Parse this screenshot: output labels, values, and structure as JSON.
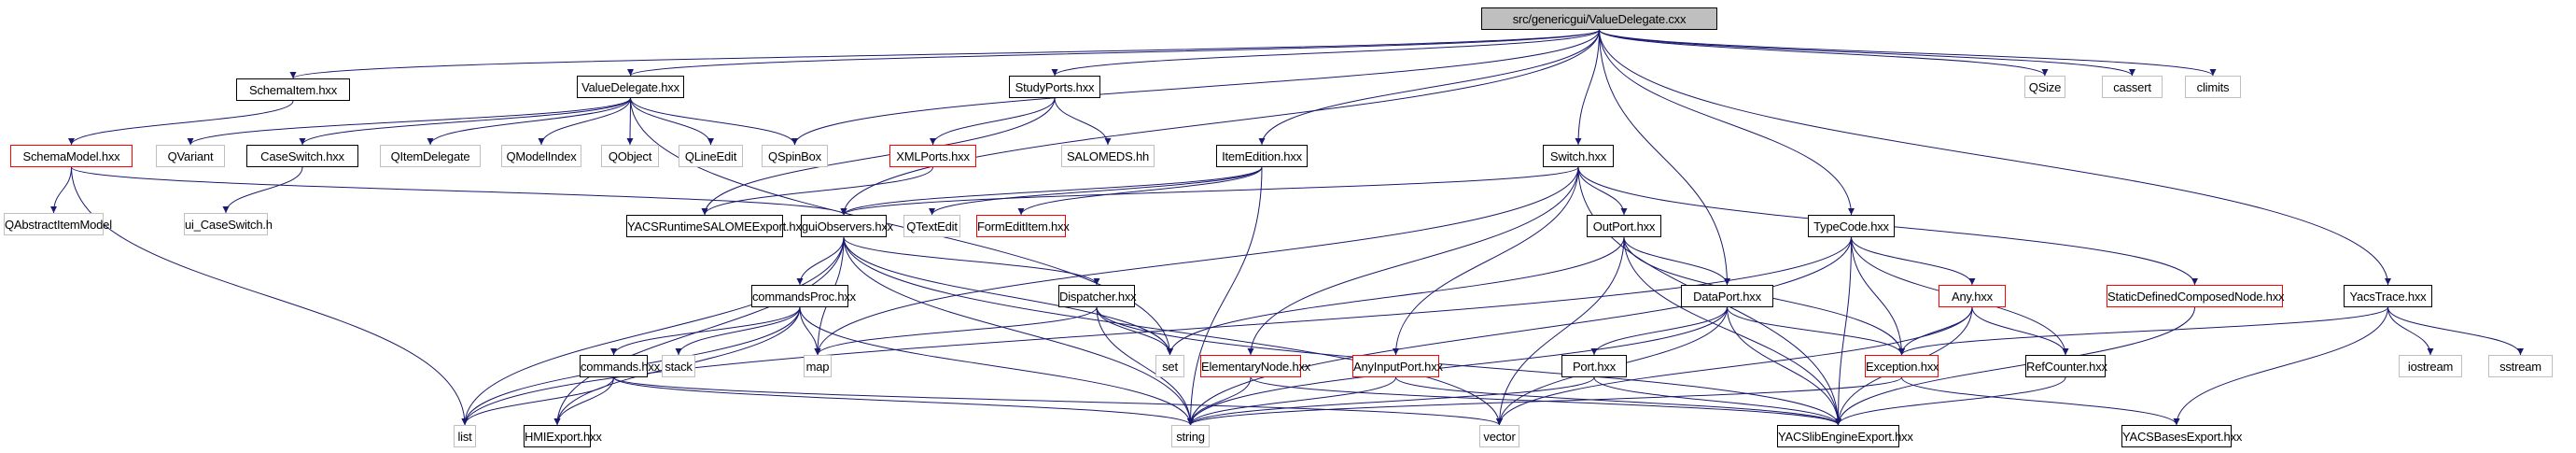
{
  "title": "src/genericgui/ValueDelegate.cxx include dependency graph",
  "colors": {
    "edge": "#191970",
    "documented_border": "#000000",
    "undocumented_border": "#ff0000",
    "external_border": "#bfbfbf",
    "root_fill": "#bfbfbf"
  },
  "nodes": {
    "root": {
      "label": "src/genericgui/ValueDelegate.cxx",
      "kind": "root"
    },
    "schemaitem": {
      "label": "SchemaItem.hxx",
      "kind": "documented"
    },
    "valuedelegate_h": {
      "label": "ValueDelegate.hxx",
      "kind": "documented"
    },
    "studyports": {
      "label": "StudyPorts.hxx",
      "kind": "documented"
    },
    "schemamodel": {
      "label": "SchemaModel.hxx",
      "kind": "undocumented"
    },
    "qvariant": {
      "label": "QVariant",
      "kind": "external"
    },
    "caseswitch": {
      "label": "CaseSwitch.hxx",
      "kind": "documented"
    },
    "qitemdelegate": {
      "label": "QItemDelegate",
      "kind": "external"
    },
    "qmodelindex": {
      "label": "QModelIndex",
      "kind": "external"
    },
    "qobject": {
      "label": "QObject",
      "kind": "external"
    },
    "qlineedit": {
      "label": "QLineEdit",
      "kind": "external"
    },
    "qspinbox": {
      "label": "QSpinBox",
      "kind": "external"
    },
    "xmlports": {
      "label": "XMLPorts.hxx",
      "kind": "undocumented"
    },
    "salomeds": {
      "label": "SALOMEDS.hh",
      "kind": "external"
    },
    "itemedition": {
      "label": "ItemEdition.hxx",
      "kind": "documented"
    },
    "switch": {
      "label": "Switch.hxx",
      "kind": "documented"
    },
    "qsize": {
      "label": "QSize",
      "kind": "external"
    },
    "cassert": {
      "label": "cassert",
      "kind": "external"
    },
    "climits": {
      "label": "climits",
      "kind": "external"
    },
    "qabstractitemmodel": {
      "label": "QAbstractItemModel",
      "kind": "external"
    },
    "ui_caseswitch": {
      "label": "ui_CaseSwitch.h",
      "kind": "external"
    },
    "yacsruntime": {
      "label": "YACSRuntimeSALOMEExport.hxx",
      "kind": "documented"
    },
    "guiobservers": {
      "label": "guiObservers.hxx",
      "kind": "documented"
    },
    "qtextedit": {
      "label": "QTextEdit",
      "kind": "external"
    },
    "formedititem": {
      "label": "FormEditItem.hxx",
      "kind": "undocumented"
    },
    "outport": {
      "label": "OutPort.hxx",
      "kind": "documented"
    },
    "typecode": {
      "label": "TypeCode.hxx",
      "kind": "documented"
    },
    "commandsproc": {
      "label": "commandsProc.hxx",
      "kind": "documented"
    },
    "dispatcher": {
      "label": "Dispatcher.hxx",
      "kind": "documented"
    },
    "dataport": {
      "label": "DataPort.hxx",
      "kind": "documented"
    },
    "any": {
      "label": "Any.hxx",
      "kind": "undocumented"
    },
    "staticdefined": {
      "label": "StaticDefinedComposedNode.hxx",
      "kind": "undocumented"
    },
    "yacstrace": {
      "label": "YacsTrace.hxx",
      "kind": "documented"
    },
    "commands": {
      "label": "commands.hxx",
      "kind": "documented"
    },
    "stack": {
      "label": "stack",
      "kind": "external"
    },
    "map": {
      "label": "map",
      "kind": "external"
    },
    "set": {
      "label": "set",
      "kind": "external"
    },
    "elementarynode": {
      "label": "ElementaryNode.hxx",
      "kind": "undocumented"
    },
    "anyinputport": {
      "label": "AnyInputPort.hxx",
      "kind": "undocumented"
    },
    "port": {
      "label": "Port.hxx",
      "kind": "documented"
    },
    "exception": {
      "label": "Exception.hxx",
      "kind": "undocumented"
    },
    "refcounter": {
      "label": "RefCounter.hxx",
      "kind": "documented"
    },
    "iostream": {
      "label": "iostream",
      "kind": "external"
    },
    "sstream": {
      "label": "sstream",
      "kind": "external"
    },
    "list": {
      "label": "list",
      "kind": "external"
    },
    "hmiexport": {
      "label": "HMIExport.hxx",
      "kind": "documented"
    },
    "string": {
      "label": "string",
      "kind": "external"
    },
    "vector": {
      "label": "vector",
      "kind": "external"
    },
    "yacslibengine": {
      "label": "YACSlibEngineExport.hxx",
      "kind": "documented"
    },
    "yacsbases": {
      "label": "YACSBasesExport.hxx",
      "kind": "documented"
    }
  },
  "edges": [
    [
      "root",
      "schemaitem"
    ],
    [
      "root",
      "valuedelegate_h"
    ],
    [
      "root",
      "studyports"
    ],
    [
      "root",
      "qspinbox"
    ],
    [
      "root",
      "itemedition"
    ],
    [
      "root",
      "switch"
    ],
    [
      "root",
      "guiobservers"
    ],
    [
      "root",
      "dataport"
    ],
    [
      "root",
      "typecode"
    ],
    [
      "root",
      "yacstrace"
    ],
    [
      "root",
      "qsize"
    ],
    [
      "root",
      "cassert"
    ],
    [
      "root",
      "climits"
    ],
    [
      "schemaitem",
      "schemamodel"
    ],
    [
      "schemamodel",
      "qabstractitemmodel"
    ],
    [
      "schemamodel",
      "guiobservers"
    ],
    [
      "schemamodel",
      "list"
    ],
    [
      "valuedelegate_h",
      "qvariant"
    ],
    [
      "valuedelegate_h",
      "caseswitch"
    ],
    [
      "valuedelegate_h",
      "qitemdelegate"
    ],
    [
      "valuedelegate_h",
      "qmodelindex"
    ],
    [
      "valuedelegate_h",
      "qobject"
    ],
    [
      "valuedelegate_h",
      "qlineedit"
    ],
    [
      "valuedelegate_h",
      "qspinbox"
    ],
    [
      "valuedelegate_h",
      "set"
    ],
    [
      "caseswitch",
      "ui_caseswitch"
    ],
    [
      "studyports",
      "xmlports"
    ],
    [
      "studyports",
      "salomeds"
    ],
    [
      "studyports",
      "yacsruntime"
    ],
    [
      "xmlports",
      "yacsruntime"
    ],
    [
      "itemedition",
      "guiobservers"
    ],
    [
      "itemedition",
      "qtextedit"
    ],
    [
      "itemedition",
      "formedititem"
    ],
    [
      "itemedition",
      "string"
    ],
    [
      "switch",
      "guiobservers"
    ],
    [
      "switch",
      "outport"
    ],
    [
      "switch",
      "map"
    ],
    [
      "switch",
      "elementarynode"
    ],
    [
      "switch",
      "anyinputport"
    ],
    [
      "switch",
      "staticdefined"
    ],
    [
      "switch",
      "yacslibengine"
    ],
    [
      "guiobservers",
      "commandsproc"
    ],
    [
      "guiobservers",
      "dispatcher"
    ],
    [
      "guiobservers",
      "list"
    ],
    [
      "guiobservers",
      "map"
    ],
    [
      "guiobservers",
      "set"
    ],
    [
      "guiobservers",
      "string"
    ],
    [
      "guiobservers",
      "hmiexport"
    ],
    [
      "guiobservers",
      "vector"
    ],
    [
      "commandsproc",
      "commands"
    ],
    [
      "commandsproc",
      "stack"
    ],
    [
      "commandsproc",
      "map"
    ],
    [
      "commandsproc",
      "list"
    ],
    [
      "commandsproc",
      "hmiexport"
    ],
    [
      "commandsproc",
      "string"
    ],
    [
      "commands",
      "list"
    ],
    [
      "commands",
      "hmiexport"
    ],
    [
      "commands",
      "string"
    ],
    [
      "commands",
      "vector"
    ],
    [
      "dispatcher",
      "map"
    ],
    [
      "dispatcher",
      "set"
    ],
    [
      "dispatcher",
      "string"
    ],
    [
      "dispatcher",
      "yacslibengine"
    ],
    [
      "outport",
      "dataport"
    ],
    [
      "outport",
      "set"
    ],
    [
      "outport",
      "vector"
    ],
    [
      "outport",
      "exception"
    ],
    [
      "outport",
      "yacslibengine"
    ],
    [
      "typecode",
      "any"
    ],
    [
      "typecode",
      "exception"
    ],
    [
      "typecode",
      "refcounter"
    ],
    [
      "typecode",
      "list"
    ],
    [
      "typecode",
      "string"
    ],
    [
      "typecode",
      "yacslibengine"
    ],
    [
      "dataport",
      "port"
    ],
    [
      "dataport",
      "exception"
    ],
    [
      "dataport",
      "string"
    ],
    [
      "dataport",
      "vector"
    ],
    [
      "dataport",
      "yacslibengine"
    ],
    [
      "any",
      "exception"
    ],
    [
      "any",
      "refcounter"
    ],
    [
      "any",
      "vector"
    ],
    [
      "any",
      "yacslibengine"
    ],
    [
      "staticdefined",
      "yacslibengine"
    ],
    [
      "yacstrace",
      "exception"
    ],
    [
      "yacstrace",
      "iostream"
    ],
    [
      "yacstrace",
      "sstream"
    ],
    [
      "yacstrace",
      "yacsbases"
    ],
    [
      "elementarynode",
      "string"
    ],
    [
      "elementarynode",
      "yacslibengine"
    ],
    [
      "anyinputport",
      "string"
    ],
    [
      "anyinputport",
      "yacslibengine"
    ],
    [
      "port",
      "string"
    ],
    [
      "port",
      "yacslibengine"
    ],
    [
      "exception",
      "string"
    ],
    [
      "exception",
      "yacsbases"
    ],
    [
      "refcounter",
      "yacslibengine"
    ]
  ]
}
